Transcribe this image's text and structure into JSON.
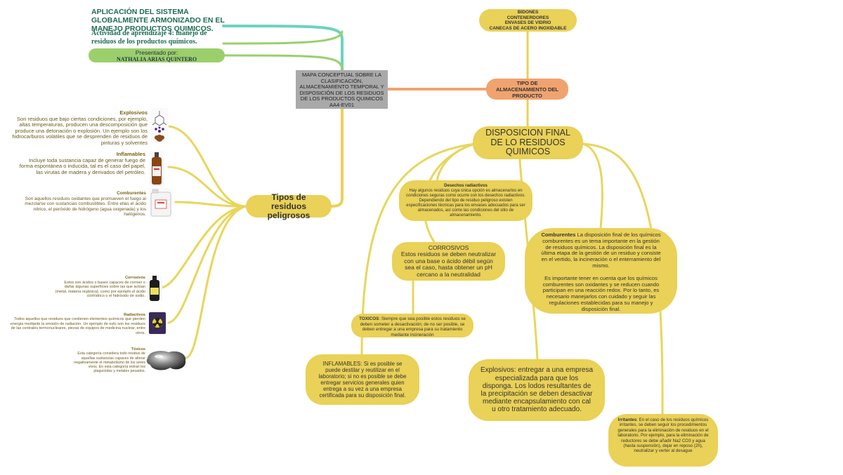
{
  "header": {
    "title": "APLICACIÓN DEL SISTEMA GLOBALMENTE ARMONIZADO EN EL MANEJO PRODUCTOS QUIMICOS.",
    "subtitle": "Actividad de aprendizaje 4: manejo de residuos de los productos químicos.",
    "presented_label": "Presentado por:",
    "author": "NATHALIA ARIAS QUINTERO"
  },
  "central": {
    "text": "MAPA CONCEPTUAL SOBRE LA CLASIFICACIÓN, ALMACENAMIENTO TEMPORAL Y DISPOSICIÓN DE LOS RESIDUOS DE LOS PRODUCTOS QUIMICOS AA4-EV01"
  },
  "storage": {
    "title": "TIPO DE ALMACENAMIENTO DEL PRODUCTO",
    "items": [
      "BIDONES",
      "CONTENERDORES",
      "ENVASES DE VIDRIO",
      "CANECAS DE ACERO INOXIDABLE"
    ]
  },
  "types": {
    "title": "Tipos de residuos peligrosos",
    "items": [
      {
        "name": "Explosivos",
        "text": "Son residuos que bajo ciertas condiciones, por ejemplo, altas temperaturas, producen una descomposición que produce una detonación o explosión. Un ejemplo son los hidrocarburos volátiles que se desprenden de residuos de pinturas y solventes"
      },
      {
        "name": "Inflamables",
        "text": "Incluye toda sustancia capaz de generar fuego de forma espontánea o inducida, tal es el caso del papel, las virutas de madera y derivados del petróleo."
      },
      {
        "name": "Comburentes",
        "text": "Son aquellos residuos oxidantes que promueven el fuego al mezclarse con sustancias combustibles. Entre ellas el ácido nítrico, el peróxido de hidrógeno (agua oxigenada) y los halógenos."
      },
      {
        "name": "Corrosivos",
        "text": "Estos son ácidos o bases capaces de corroer o dañar algunas superficies sobre las que actúan (metal, materia orgánica), como por ejemplo el ácido clorhídrico o el hidróxido de sodio."
      },
      {
        "name": "Radiactivos",
        "text": "Todos aquellos que residuos que contienen elementos químicos que pierden energía mediante la emisión de radiación. Un ejemplo de esto son los residuos de las centrales termonucleares, piezas de equipos de medicina nuclear, entre otros."
      },
      {
        "name": "Tóxicos",
        "text": "Esta categoría considera todo residuo de aquellas sustancias capaces de alterar negativamente el metabolismo de los seres vivos. En esta categoría entran los plaguicidas y metales pesados."
      }
    ]
  },
  "disposal": {
    "title": "DISPOSICION FINAL DE LO RESIDUOS QUIMICOS",
    "radiactivos": {
      "name": "Desechos radiactivos",
      "text": "Hay algunos residuos cuya única opción es almacenarlos en condiciones seguras como ocurre con los desechos radiactivos. Dependiendo del tipo de residuo peligroso existen especificaciones técnicas para los envases adecuados para ser almacenados, así como las condiciones del sitio de almacenamiento."
    },
    "corrosivos": {
      "name": "CORROSIVOS",
      "text": "Estos residuos se deben neutralizar con una base o ácido débil según sea el caso, hasta obtener un pH cercano a la neutralidad"
    },
    "toxicos": {
      "name": "TOXICOS",
      "text": ": Siempre que sea posible estos residuos se deben someter a desactivación; de no ser posible, se deben entregar a una empresa para su tratamiento mediante incineración"
    },
    "inflamables": {
      "text": "INFLAMABLES: Si es posible se puede destilar y reutilizar en el laboratorio; si no es posible se debe entregar servicios generales quien entrega a su vez a una empresa certificada para su disposición final."
    },
    "explosivos": {
      "text": "Explosivos: entregar a una empresa especializada para que los disponga. Los lodos resultantes de la precipitación se deben desactivar mediante encapsulamiento con cal u otro tratamiento adecuado."
    },
    "comburentes": {
      "name": "Comburentes",
      "text": " La disposición final de los químicos comburentes es un tema importante en la gestión de residuos químicos. La disposición final es la última etapa de la gestión de un residuo y consiste en el vertido, la incineración o el enterramiento del mismo.",
      "text2": "Es importante tener en cuenta que los químicos comburentes son oxidantes y se reducen cuando participan en una reacción redox. Por lo tanto, es necesario manejarlos con cuidado y seguir las regulaciones establecidas para su manejo y disposición final."
    },
    "irritantes": {
      "name": "Irritantes",
      "text": ": En el caso de los residuos químicos irritantes, se deben seguir los procedimientos generales para la eliminación de residuos en el laboratorio. Por ejemplo, para la eliminación de reductores se debe añadir Na2 CO3 y agua (hasta suspensión), dejar en reposo (2h), neutralizar y verter al desague"
    }
  },
  "colors": {
    "yellow_node": "#ead157",
    "yellow_link": "#e8d65c",
    "green_link": "#9bcf6b",
    "teal_link": "#6cd3bd",
    "orange_node": "#f0a36f",
    "gray_node": "#a9a9a9",
    "title_green": "#1e6b52"
  }
}
